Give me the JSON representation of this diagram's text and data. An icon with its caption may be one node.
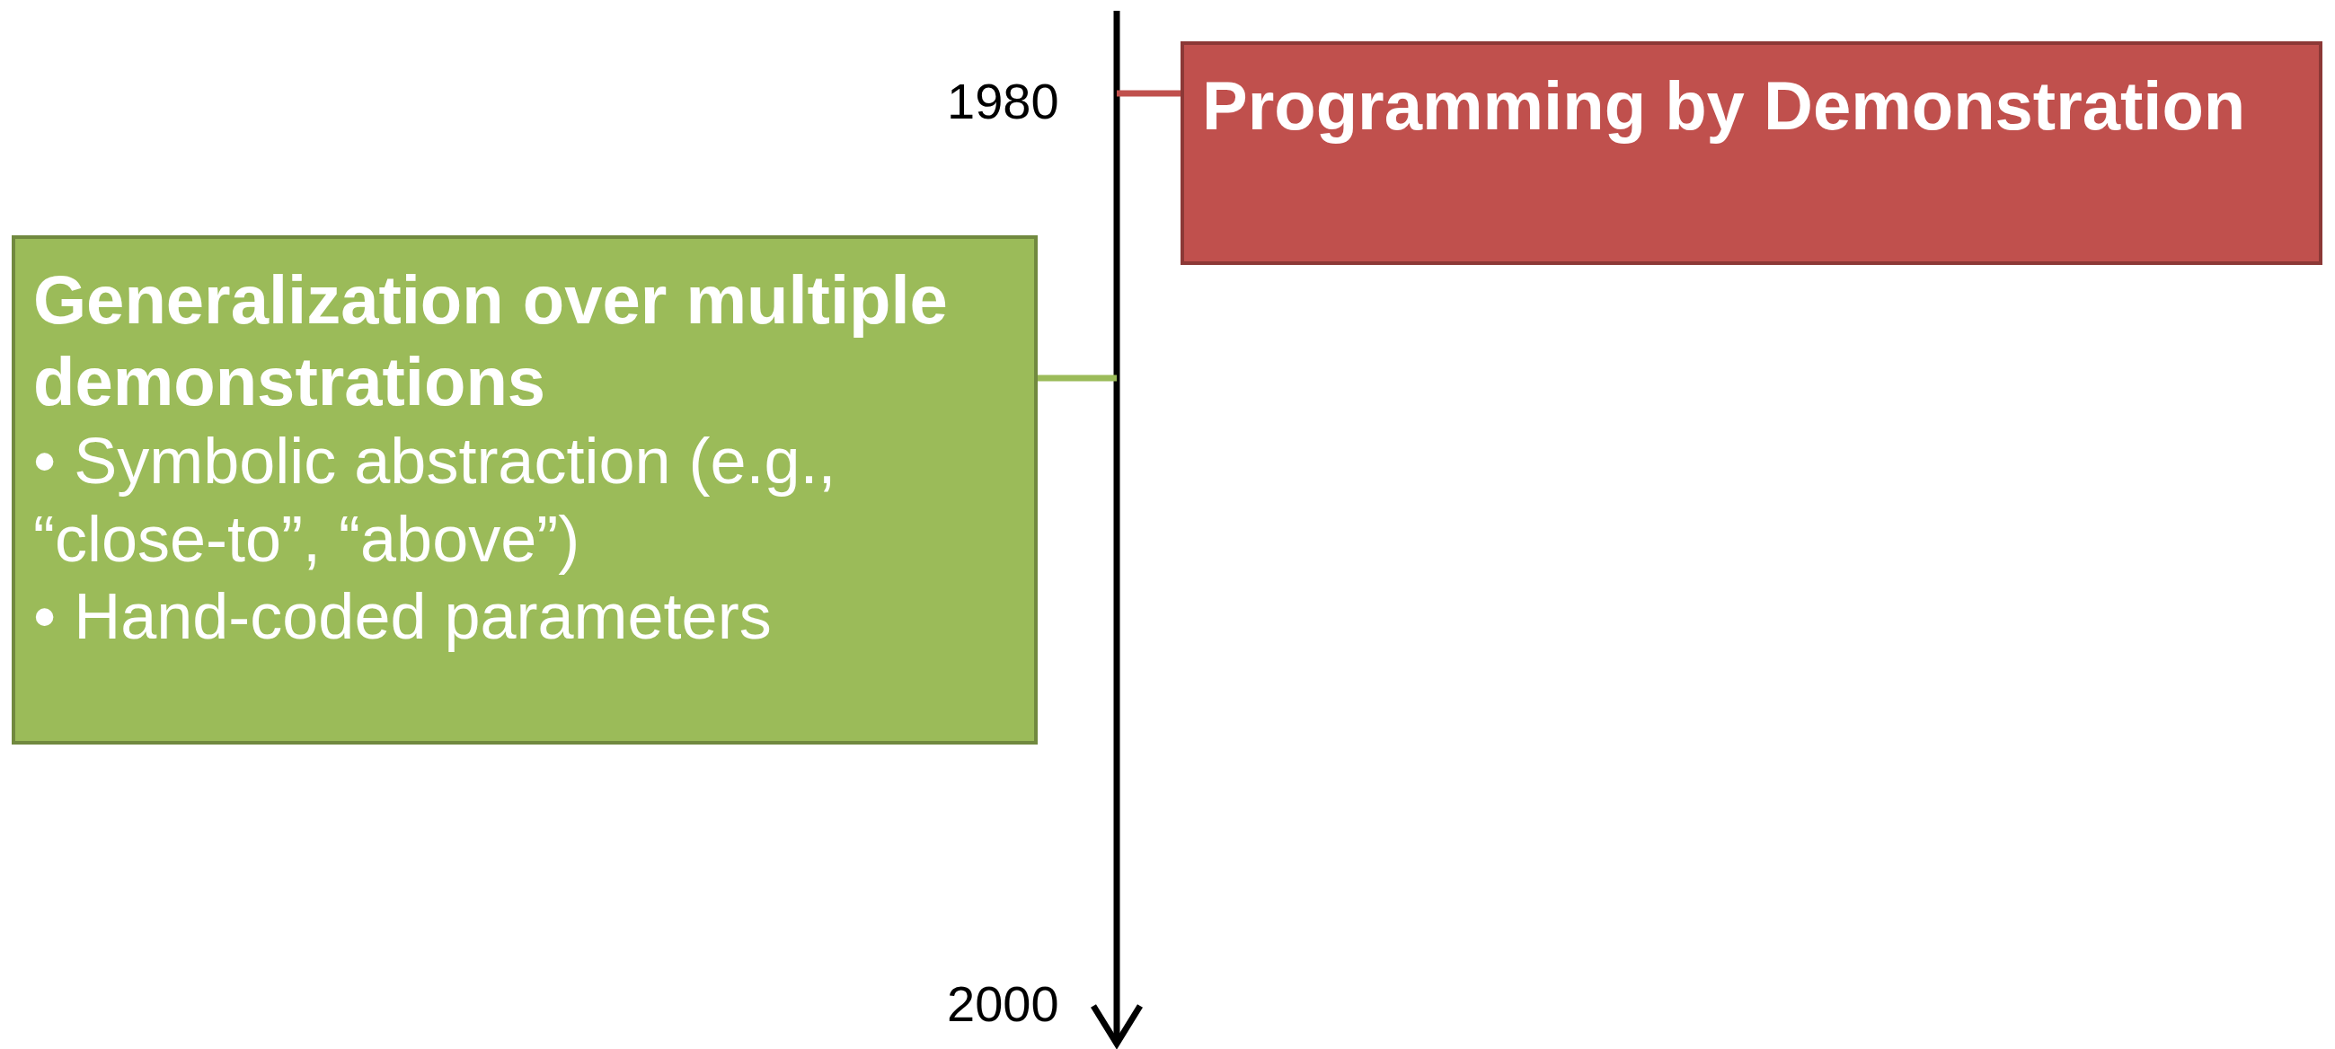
{
  "diagram": {
    "nodes": [
      {
        "text": [
          "Programming by Demonstration"
        ]
      },
      {
        "text": [
          "Generalization over multiple demonstrations",
          "• Symbolic abstraction (e.g., “close-to”, “above”)",
          "• Hand-coded parameters"
        ]
      }
    ],
    "edges": [
      {
        "from": 0,
        "to": null,
        "arrow": "none",
        "color": "#c0504d"
      },
      {
        "from": 1,
        "to": null,
        "arrow": "none",
        "color": "#9bbb59"
      }
    ],
    "labels": [
      "1980",
      "2000"
    ]
  }
}
